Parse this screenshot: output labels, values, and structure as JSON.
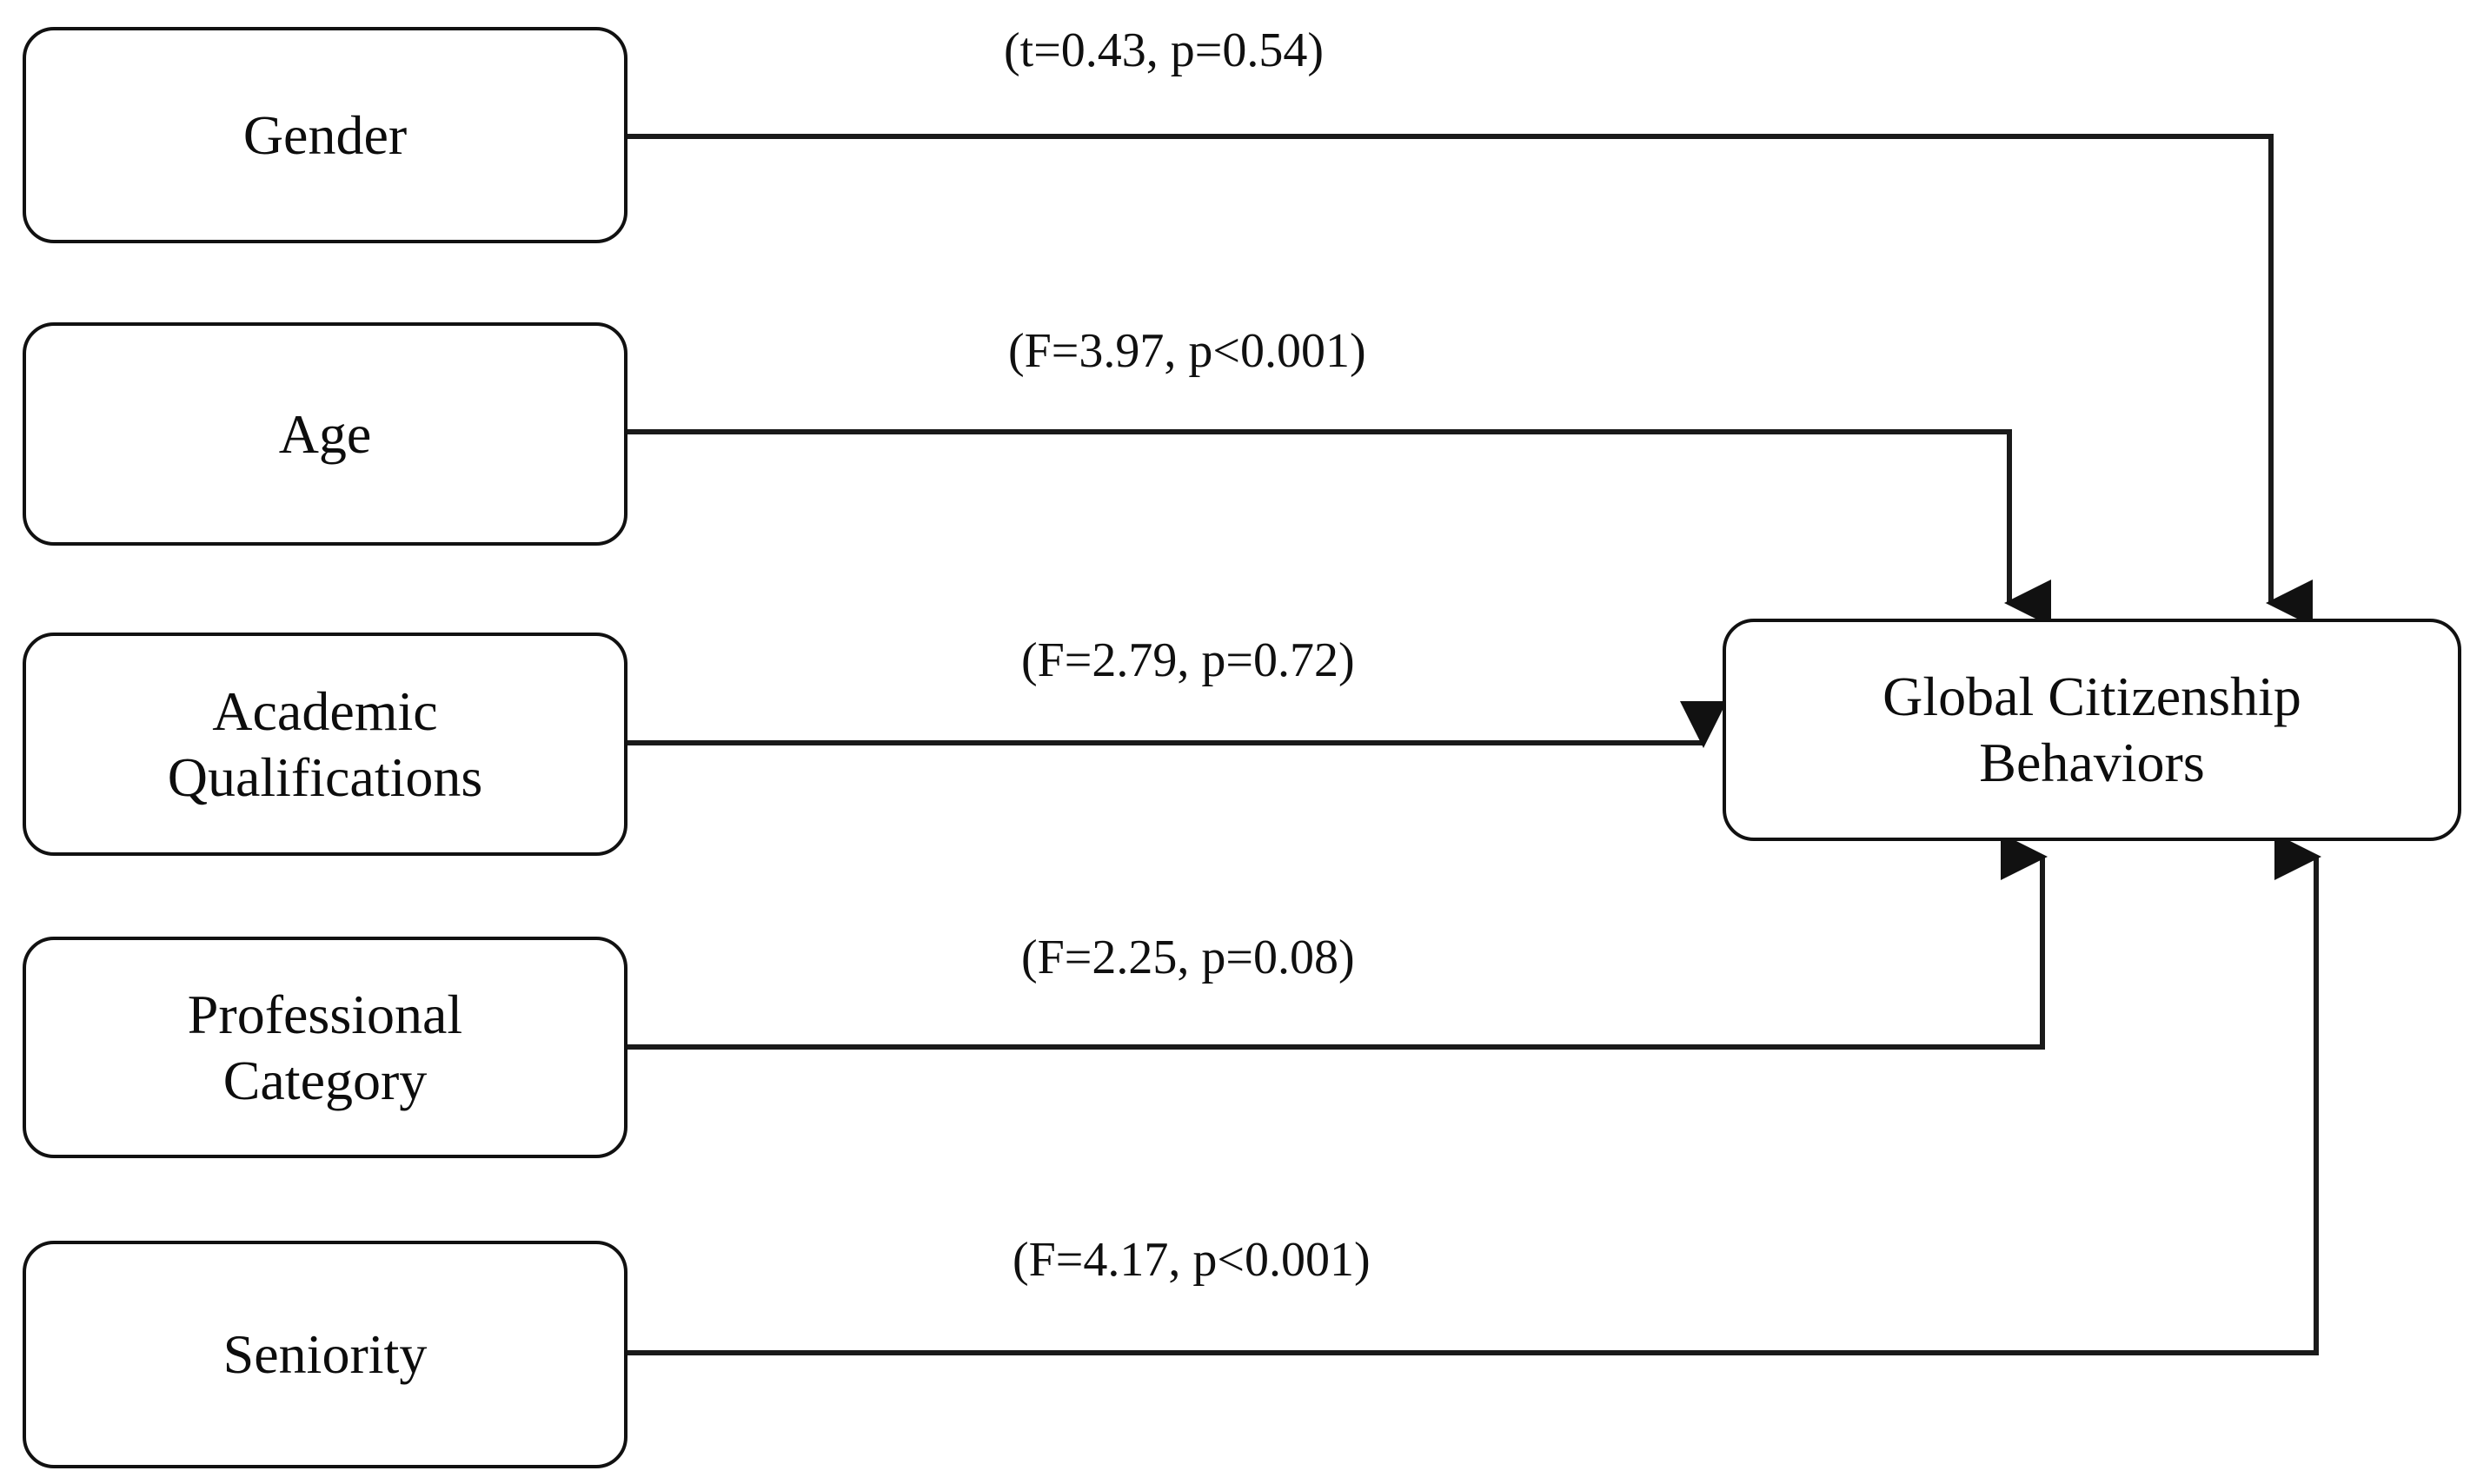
{
  "diagram": {
    "type": "path-model",
    "orientation": "left-to-right",
    "background_color": "#ffffff",
    "line_color": "#1a1a1a",
    "box_border_color": "#111111",
    "outcome": {
      "id": "global-citizenship-behaviors",
      "label": "Global Citizenship\nBehaviors",
      "line1": "Global Citizenship",
      "line2": "Behaviors"
    },
    "predictors": [
      {
        "id": "gender",
        "label": "Gender",
        "statistic_label": "(t=0.43, p=0.54)",
        "test": "t",
        "statistic": 0.43,
        "p_value": 0.54,
        "p_operator": "=",
        "significant": false
      },
      {
        "id": "age",
        "label": "Age",
        "statistic_label": "(F=3.97, p<0.001)",
        "test": "F",
        "statistic": 3.97,
        "p_value": 0.001,
        "p_operator": "<",
        "significant": true
      },
      {
        "id": "academic-qualifications",
        "label": "Academic\nQualifications",
        "statistic_label": "(F=2.79, p=0.72)",
        "test": "F",
        "statistic": 2.79,
        "p_value": 0.72,
        "p_operator": "=",
        "significant": false
      },
      {
        "id": "professional-category",
        "label": "Professional\nCategory",
        "statistic_label": "(F=2.25, p=0.08)",
        "test": "F",
        "statistic": 2.25,
        "p_value": 0.08,
        "p_operator": "=",
        "significant": false
      },
      {
        "id": "seniority",
        "label": "Seniority",
        "statistic_label": "(F=4.17, p<0.001)",
        "test": "F",
        "statistic": 4.17,
        "p_value": 0.001,
        "p_operator": "<",
        "significant": true
      }
    ]
  }
}
